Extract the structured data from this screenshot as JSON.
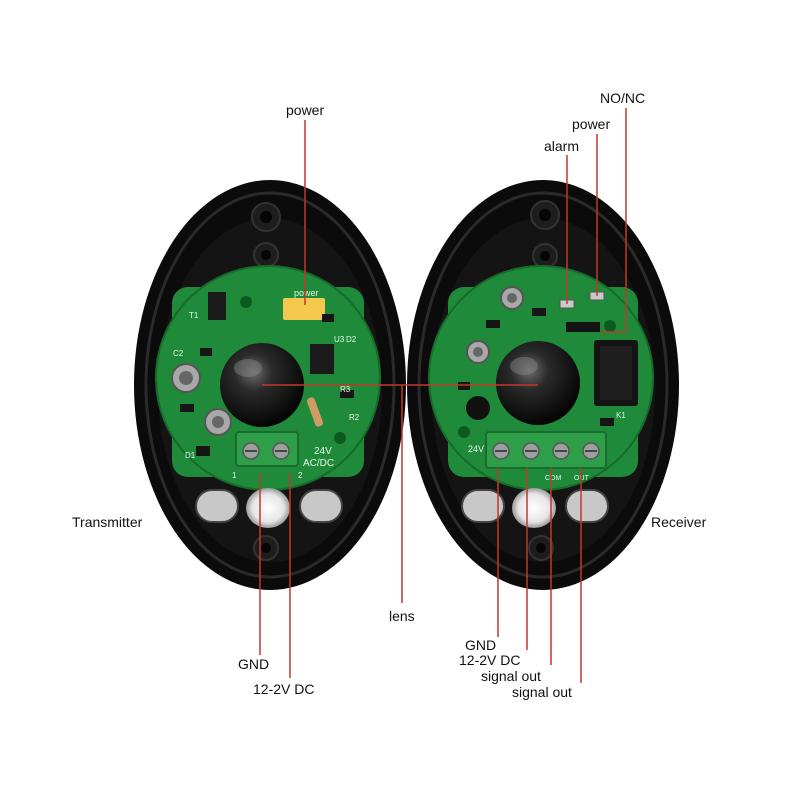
{
  "device_labels": {
    "transmitter": "Transmitter",
    "receiver": "Receiver"
  },
  "callouts": {
    "tx_power": "power",
    "lens": "lens",
    "tx_gnd": "GND",
    "tx_dc": "12-2V DC",
    "rx_nonc": "NO/NC",
    "rx_power": "power",
    "rx_alarm": "alarm",
    "rx_gnd": "GND",
    "rx_dc": "12-2V DC",
    "rx_signal_out_1": "signal out",
    "rx_signal_out_2": "signal out"
  },
  "pcb_markings": {
    "tx_top": "power",
    "tx_voltage": "24V",
    "tx_acdc": "AC/DC",
    "tx_t1": "T1",
    "tx_c2": "C2",
    "tx_d1": "D1",
    "tx_r2": "R2",
    "tx_r3": "R3",
    "tx_d2": "D2",
    "tx_u3": "U3",
    "tx_pin1": "1",
    "tx_pin2": "2",
    "rx_voltage": "24V",
    "rx_com": "COM",
    "rx_out": "OUT",
    "rx_k1": "K1"
  },
  "colors": {
    "leader_line": "#c0392b",
    "housing": "#0b0b0b",
    "pcb": "#1f8a3a",
    "terminal": "#2e9e48"
  }
}
